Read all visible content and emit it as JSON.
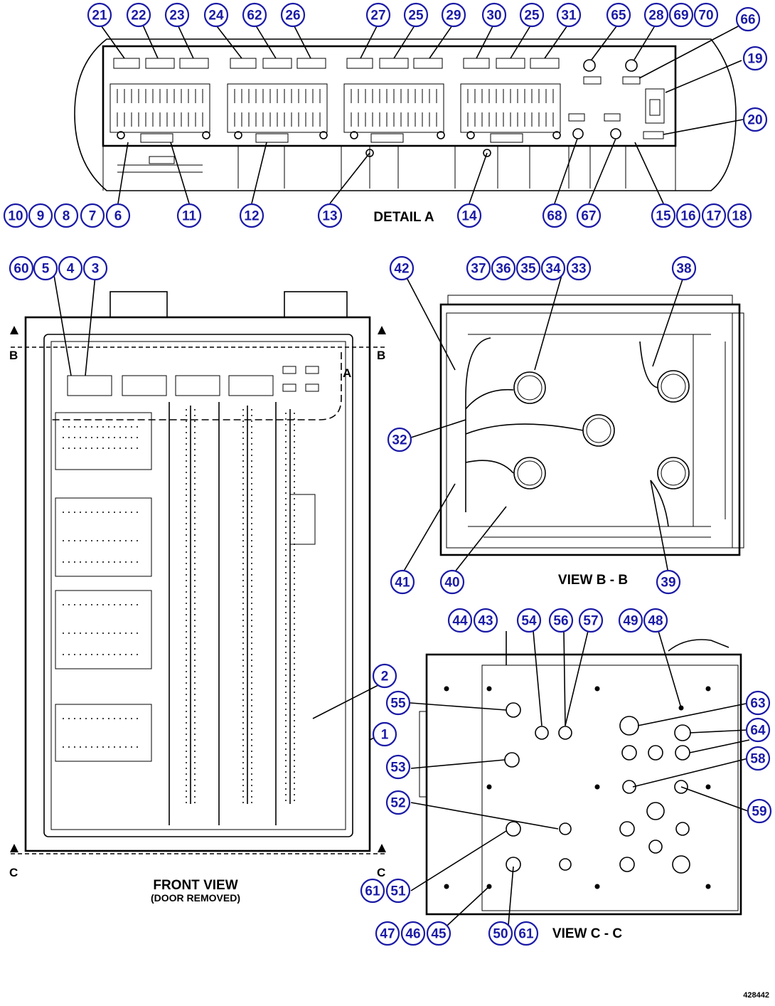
{
  "labels": {
    "detail_a": "DETAIL A",
    "view_bb": "VIEW B - B",
    "view_cc": "VIEW C - C",
    "front_view": "FRONT VIEW",
    "door_removed": "(DOOR REMOVED)",
    "sec_a": "A",
    "sec_b": "B",
    "sec_c": "C",
    "figure_id": "428442"
  },
  "callouts": {
    "detail_top": [
      "21",
      "22",
      "23",
      "24",
      "62",
      "26",
      "27",
      "25",
      "29",
      "30",
      "25",
      "31",
      "65",
      "28",
      "69",
      "70",
      "66",
      "19",
      "20"
    ],
    "detail_bottom": [
      "10",
      "9",
      "8",
      "7",
      "6",
      "11",
      "12",
      "13",
      "14",
      "68",
      "67",
      "15",
      "16",
      "17",
      "18"
    ],
    "front_view": [
      "60",
      "5",
      "4",
      "3",
      "2",
      "1"
    ],
    "view_bb": [
      "42",
      "37",
      "36",
      "35",
      "34",
      "33",
      "38",
      "32",
      "41",
      "40",
      "39"
    ],
    "view_cc": [
      "44",
      "43",
      "54",
      "56",
      "57",
      "49",
      "48",
      "55",
      "63",
      "64",
      "53",
      "58",
      "52",
      "59",
      "61",
      "51",
      "47",
      "46",
      "45",
      "50",
      "61"
    ]
  },
  "colors": {
    "callout": "#1a1aa6",
    "line": "#000000"
  }
}
